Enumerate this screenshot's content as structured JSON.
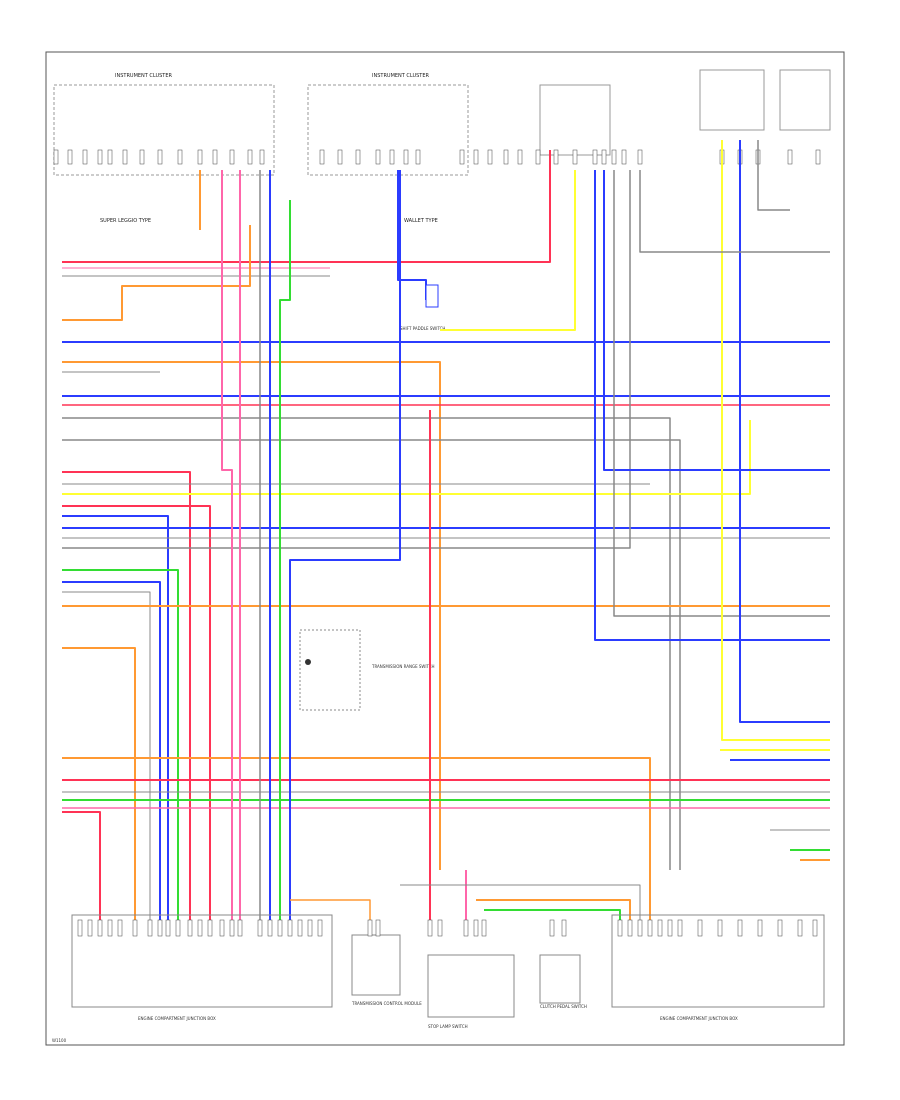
{
  "diagram": {
    "top_left_module": "INSTRUMENT CLUSTER",
    "top_center_module": "INSTRUMENT CLUSTER",
    "left_variant": "SUPER LEGGIO TYPE",
    "right_variant": "WALLET TYPE",
    "center_switch": "SHIFT PADDLE SWITCH",
    "center_note": "TRANSMISSION RANGE SWITCH",
    "bottom_left_module": "ENGINE COMPARTMENT JUNCTION BOX",
    "bottom_right_module": "ENGINE COMPARTMENT JUNCTION BOX",
    "bottom_center_modules": [
      "TRANSMISSION CONTROL MODULE",
      "STOP LAMP SWITCH",
      "CLUTCH PEDAL SWITCH"
    ],
    "page_footer": "W1100"
  },
  "wire_colors": {
    "red": "#ff3355",
    "blue": "#2b3cff",
    "yellow": "#ffff33",
    "orange": "#ff9933",
    "green": "#33dd33",
    "gray": "#888888",
    "black": "#333333",
    "pink": "#ff66aa"
  }
}
